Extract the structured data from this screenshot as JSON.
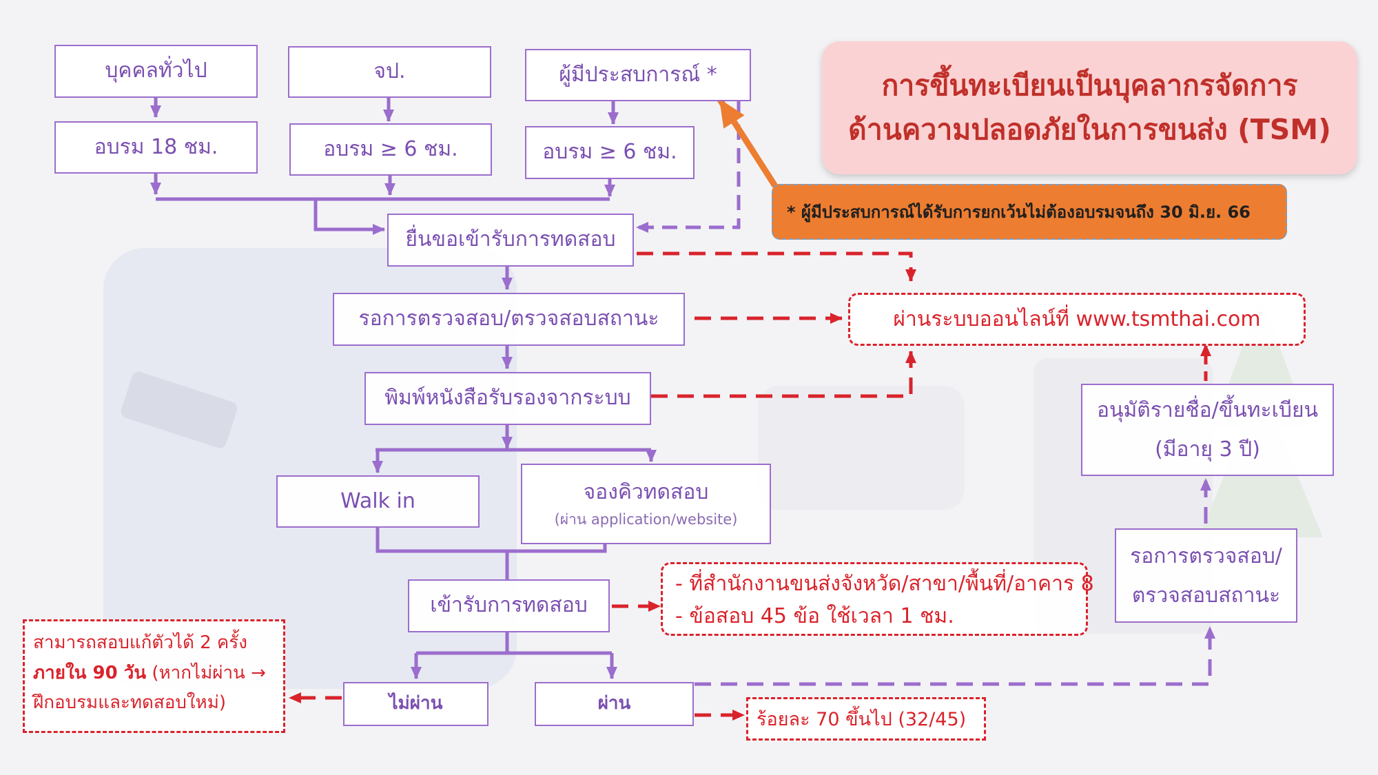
{
  "title": {
    "line1": "การขึ้นทะเบียนเป็นบุคลากรจัดการ",
    "line2": "ด้านความปลอดภัยในการขนส่ง (TSM)"
  },
  "note": "* ผู้มีประสบการณ์ได้รับการยกเว้นไม่ต้องอบรมจนถึง 30 มิ.ย. 66",
  "applicants": [
    "บุคคลทั่วไป",
    "จป.",
    "ผู้มีประสบการณ์ *"
  ],
  "training": [
    "อบรม 18 ชม.",
    "อบรม ≥ 6 ชม.",
    "อบรม ≥ 6 ชม."
  ],
  "steps": {
    "apply": "ยื่นขอเข้ารับการทดสอบ",
    "wait_check": "รอการตรวจสอบ/ตรวจสอบสถานะ",
    "print": "พิมพ์หนังสือรับรองจากระบบ",
    "walk_in": "Walk in",
    "book_main": "จองคิวทดสอบ",
    "book_sub": "(ผ่าน application/website)",
    "take_test": "เข้ารับการทดสอบ",
    "fail": "ไม่ผ่าน",
    "pass": "ผ่าน",
    "wait_check2_line1": "รอการตรวจสอบ/",
    "wait_check2_line2": "ตรวจสอบสถานะ",
    "approve_line1": "อนุมัติรายชื่อ/ขึ้นทะเบียน",
    "approve_line2": "(มีอายุ 3 ปี)"
  },
  "online": "ผ่านระบบออนไลน์ที่ www.tsmthai.com",
  "test_info": [
    "- ที่สำนักงานขนส่งจังหวัด/สาขา/พื้นที่/อาคาร 8",
    "- ข้อสอบ 45 ข้อ ใช้เวลา 1 ชม."
  ],
  "retake": {
    "line1": "สามารถสอบแก้ตัวได้ 2 ครั้ง",
    "line2_bold": "ภายใน 90 วัน",
    "line2_rest": " (หากไม่ผ่าน →",
    "line3": "ฝึกอบรมและทดสอบใหม่)"
  },
  "pass_criteria": "ร้อยละ 70 ขึ้นไป (32/45)",
  "colors": {
    "purple": "#9b6dcc",
    "purple_text": "#7a4fb0",
    "red": "#d9232b",
    "orange": "#ed7d31",
    "title_bg": "#fbd2d3",
    "title_text": "#c0302a"
  }
}
